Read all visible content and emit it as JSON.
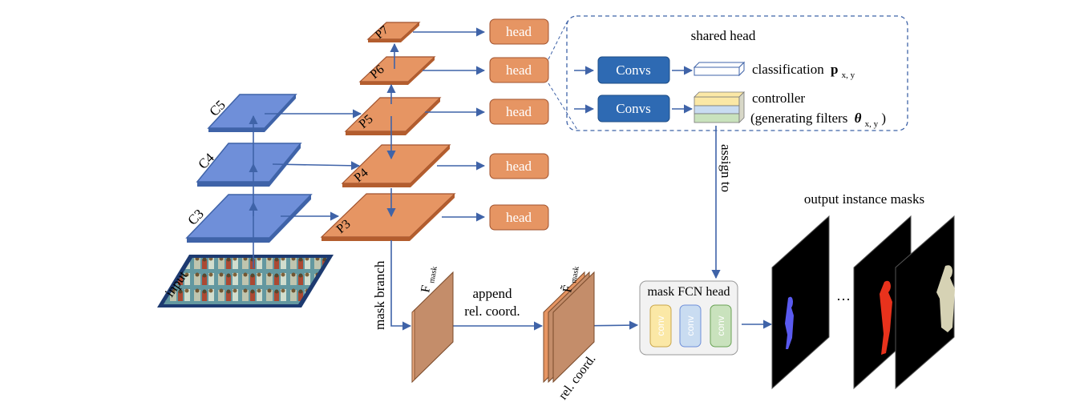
{
  "backbone": {
    "input_label": "input",
    "levels": [
      "C3",
      "C4",
      "C5"
    ]
  },
  "fpn": {
    "levels": [
      "P3",
      "P4",
      "P5",
      "P6",
      "P7"
    ]
  },
  "heads": {
    "label": "head"
  },
  "shared_head": {
    "title": "shared head",
    "convs_label": "Convs",
    "classification_label": "classification",
    "classification_symbol": "p",
    "classification_sub": "x, y",
    "controller_label": "controller",
    "controller_desc_prefix": "(generating filters",
    "controller_symbol": "θ",
    "controller_sub": "x, y",
    "controller_desc_suffix": ")"
  },
  "mask_branch": {
    "branch_label": "mask branch",
    "fmask_label": "F",
    "fmask_sub": "mask",
    "append_line1": "append",
    "append_line2": "rel. coord.",
    "fmask_tilde_label": "F̃",
    "fmask_tilde_sub": "mask",
    "rel_coord_label": "rel. coord."
  },
  "assign_label": "assign to",
  "mask_fcn": {
    "title": "mask FCN head",
    "conv_label": "conv",
    "conv_colors": [
      "#fbe8a6",
      "#c9dcf1",
      "#c9e2bd"
    ]
  },
  "output": {
    "title": "output instance masks",
    "ellipsis": "…",
    "mask_colors": [
      "#5a5af0",
      "#e8321c",
      "#d6d2b4"
    ]
  },
  "colors": {
    "backbone_blue": "#6f8fd9",
    "fpn_orange": "#e69563",
    "convs_blue": "#2e6ab3",
    "arrow": "#3f63a8",
    "feature_brown": "#c48d6a"
  }
}
